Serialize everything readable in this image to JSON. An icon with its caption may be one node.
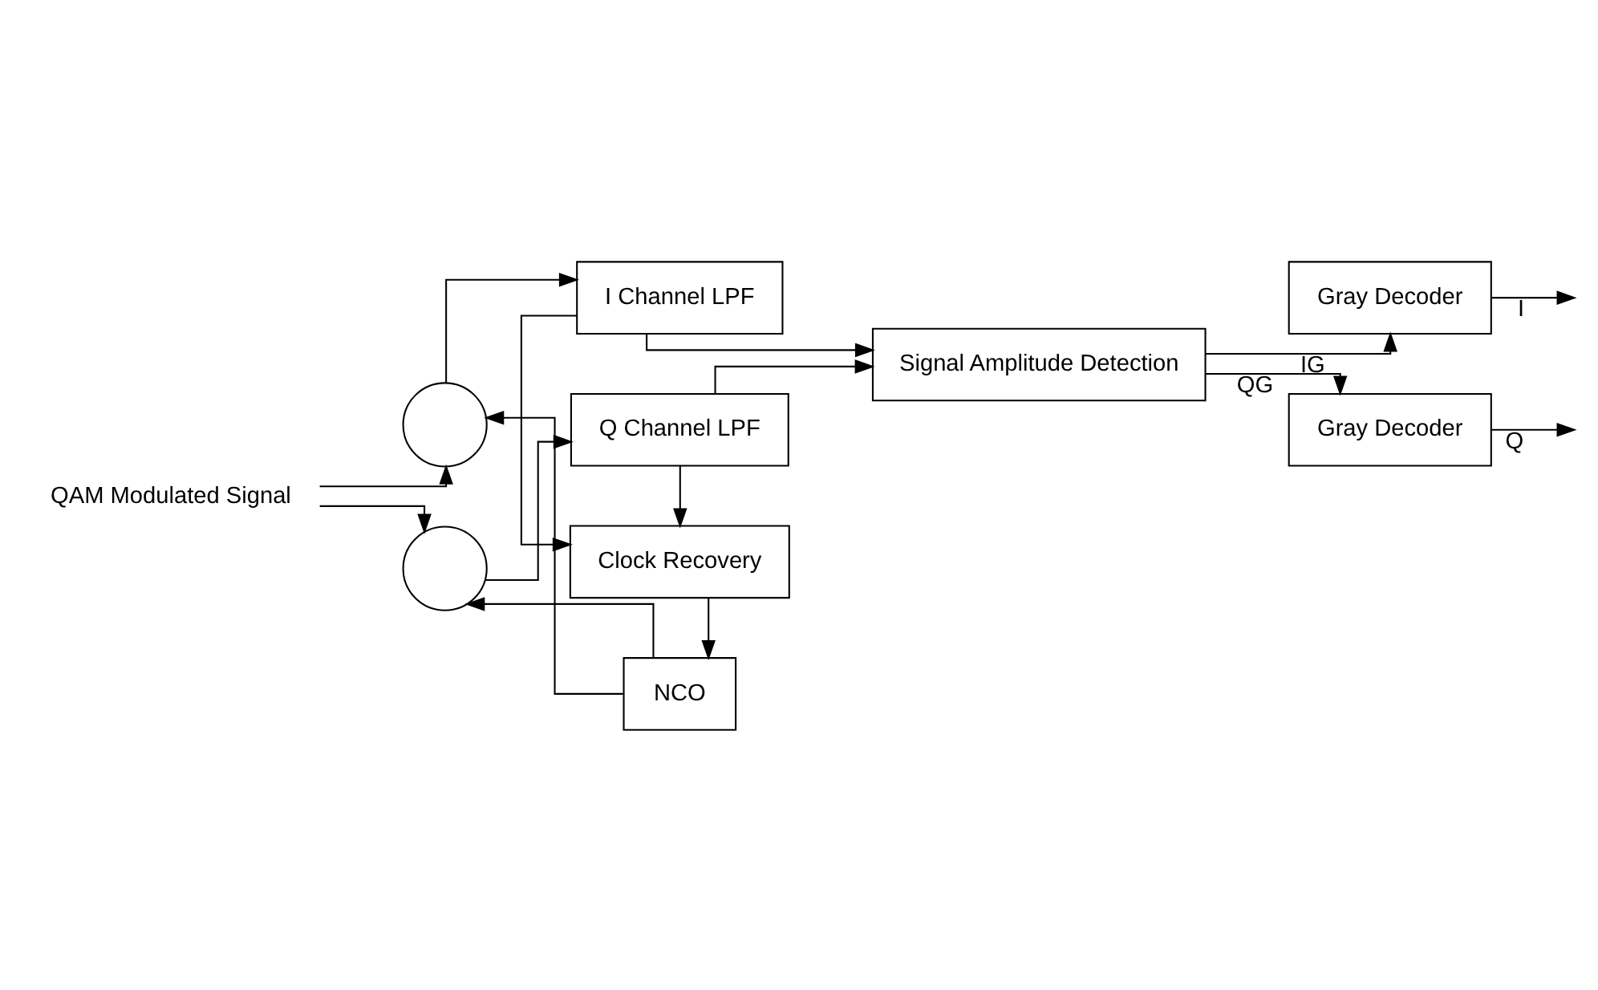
{
  "diagram": {
    "nodes": [
      {
        "text": [],
        "shape": "circle"
      },
      {
        "text": [
          "I Channel LPF"
        ]
      },
      {
        "text": [
          "Gray Decoder"
        ]
      },
      {
        "text": [
          "Clock Recovery"
        ]
      },
      {
        "text": [
          "Signal Amplitude Detection"
        ]
      },
      {
        "text": [
          "QAM Modulated Signal"
        ]
      },
      {
        "text": [
          "NCO"
        ]
      },
      {
        "text": [],
        "shape": "circle"
      },
      {
        "text": [
          "Q Channel LPF"
        ]
      },
      {
        "text": [
          "Gray Decoder"
        ]
      }
    ],
    "edges": [
      {
        "from": 5,
        "to": 0,
        "arrow": "to"
      },
      {
        "from": 5,
        "to": 7,
        "arrow": "to"
      },
      {
        "from": 0,
        "to": 1,
        "arrow": "to"
      },
      {
        "from": 6,
        "to": 0,
        "arrow": "to"
      },
      {
        "from": 6,
        "to": 7,
        "arrow": "to"
      },
      {
        "from": 7,
        "to": 8,
        "arrow": "to"
      },
      {
        "from": 1,
        "to": 4,
        "arrow": "to"
      },
      {
        "from": 1,
        "to": 3,
        "arrow": "to"
      },
      {
        "from": 8,
        "to": 3,
        "arrow": "to"
      },
      {
        "from": 8,
        "to": 4,
        "arrow": "to"
      },
      {
        "from": 3,
        "to": 6,
        "arrow": "to"
      },
      {
        "from": 4,
        "to": 2,
        "arrow": "to",
        "label": "IG"
      },
      {
        "from": 4,
        "to": 9,
        "arrow": "to",
        "label": "QG"
      },
      {
        "from": 2,
        "to": null,
        "arrow": "to",
        "label": "I"
      },
      {
        "from": 9,
        "to": null,
        "arrow": "to",
        "label": "Q"
      }
    ]
  }
}
